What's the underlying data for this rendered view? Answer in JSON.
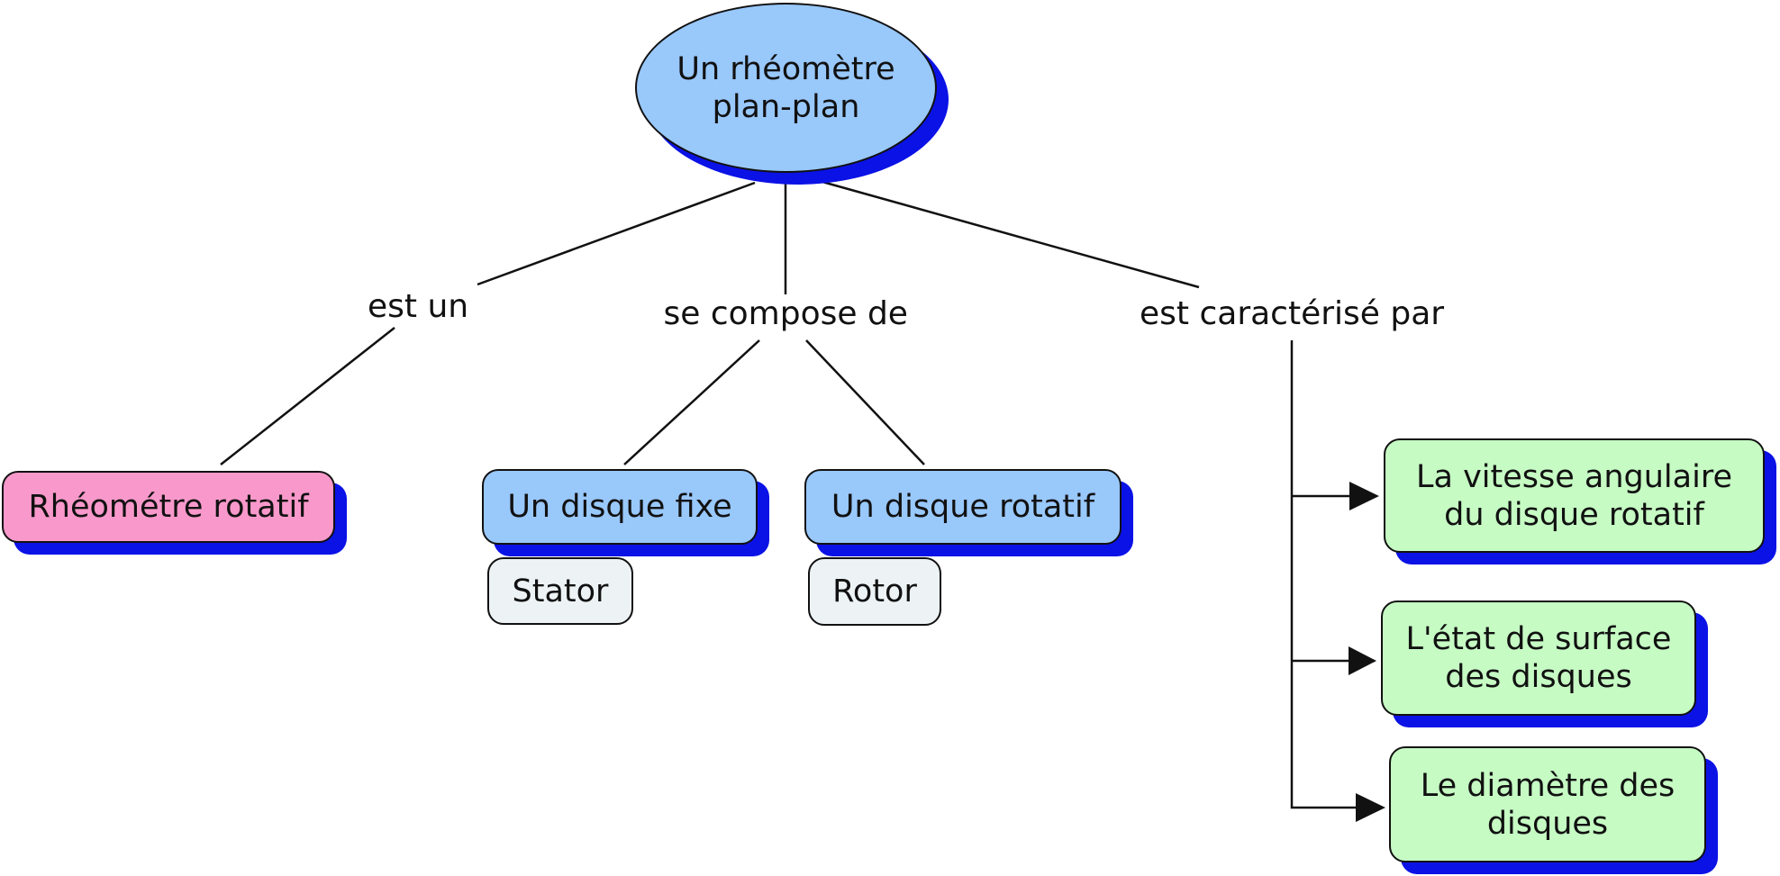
{
  "root": {
    "label": "Un rhéomètre\nplan-plan"
  },
  "links": {
    "est_un": "est un",
    "se_compose_de": "se compose de",
    "est_caracterise_par": "est caractérisé par"
  },
  "nodes": {
    "rheometre_rotatif": "Rhéométre rotatif",
    "disque_fixe": "Un disque fixe",
    "stator": "Stator",
    "disque_rotatif": "Un disque rotatif",
    "rotor": "Rotor",
    "vitesse_angulaire": "La vitesse angulaire\n du disque rotatif",
    "etat_surface": "L'état de surface\ndes disques",
    "diametre": "Le diamètre des\ndisques"
  },
  "colors": {
    "root_fill": "#99c8fb",
    "concept_blue": "#99c8fb",
    "concept_pink": "#f999cb",
    "concept_green": "#c6fbc4",
    "concept_grey": "#edf3f5",
    "shadow": "#0b12e6",
    "line": "#111111"
  }
}
